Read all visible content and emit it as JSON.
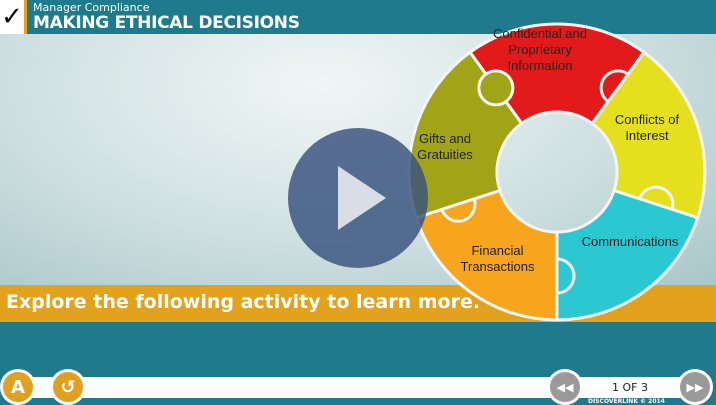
{
  "header": {
    "course": "Manager Compliance",
    "title": "MAKING ETHICAL DECISIONS",
    "logo_icon": "checkmark-icon"
  },
  "activity": {
    "pieces": [
      {
        "label": "Confidential and Proprietary Information",
        "color": "#e21a1a"
      },
      {
        "label": "Conflicts of Interest",
        "color": "#e4e01e"
      },
      {
        "label": "Communications",
        "color": "#2cc8d2"
      },
      {
        "label": "Financial Transactions",
        "color": "#f6a51c"
      },
      {
        "label": "Gifts and Gratuities",
        "color": "#a2a418"
      }
    ]
  },
  "banner": {
    "text": "Explore the following activity to learn more."
  },
  "footer": {
    "page": "1 OF 3",
    "copyright": "DISCOVERLINK  © 2014",
    "a_label": "A",
    "replay_icon": "↺",
    "prev_icon": "◀◀",
    "next_icon": "▶▶"
  }
}
